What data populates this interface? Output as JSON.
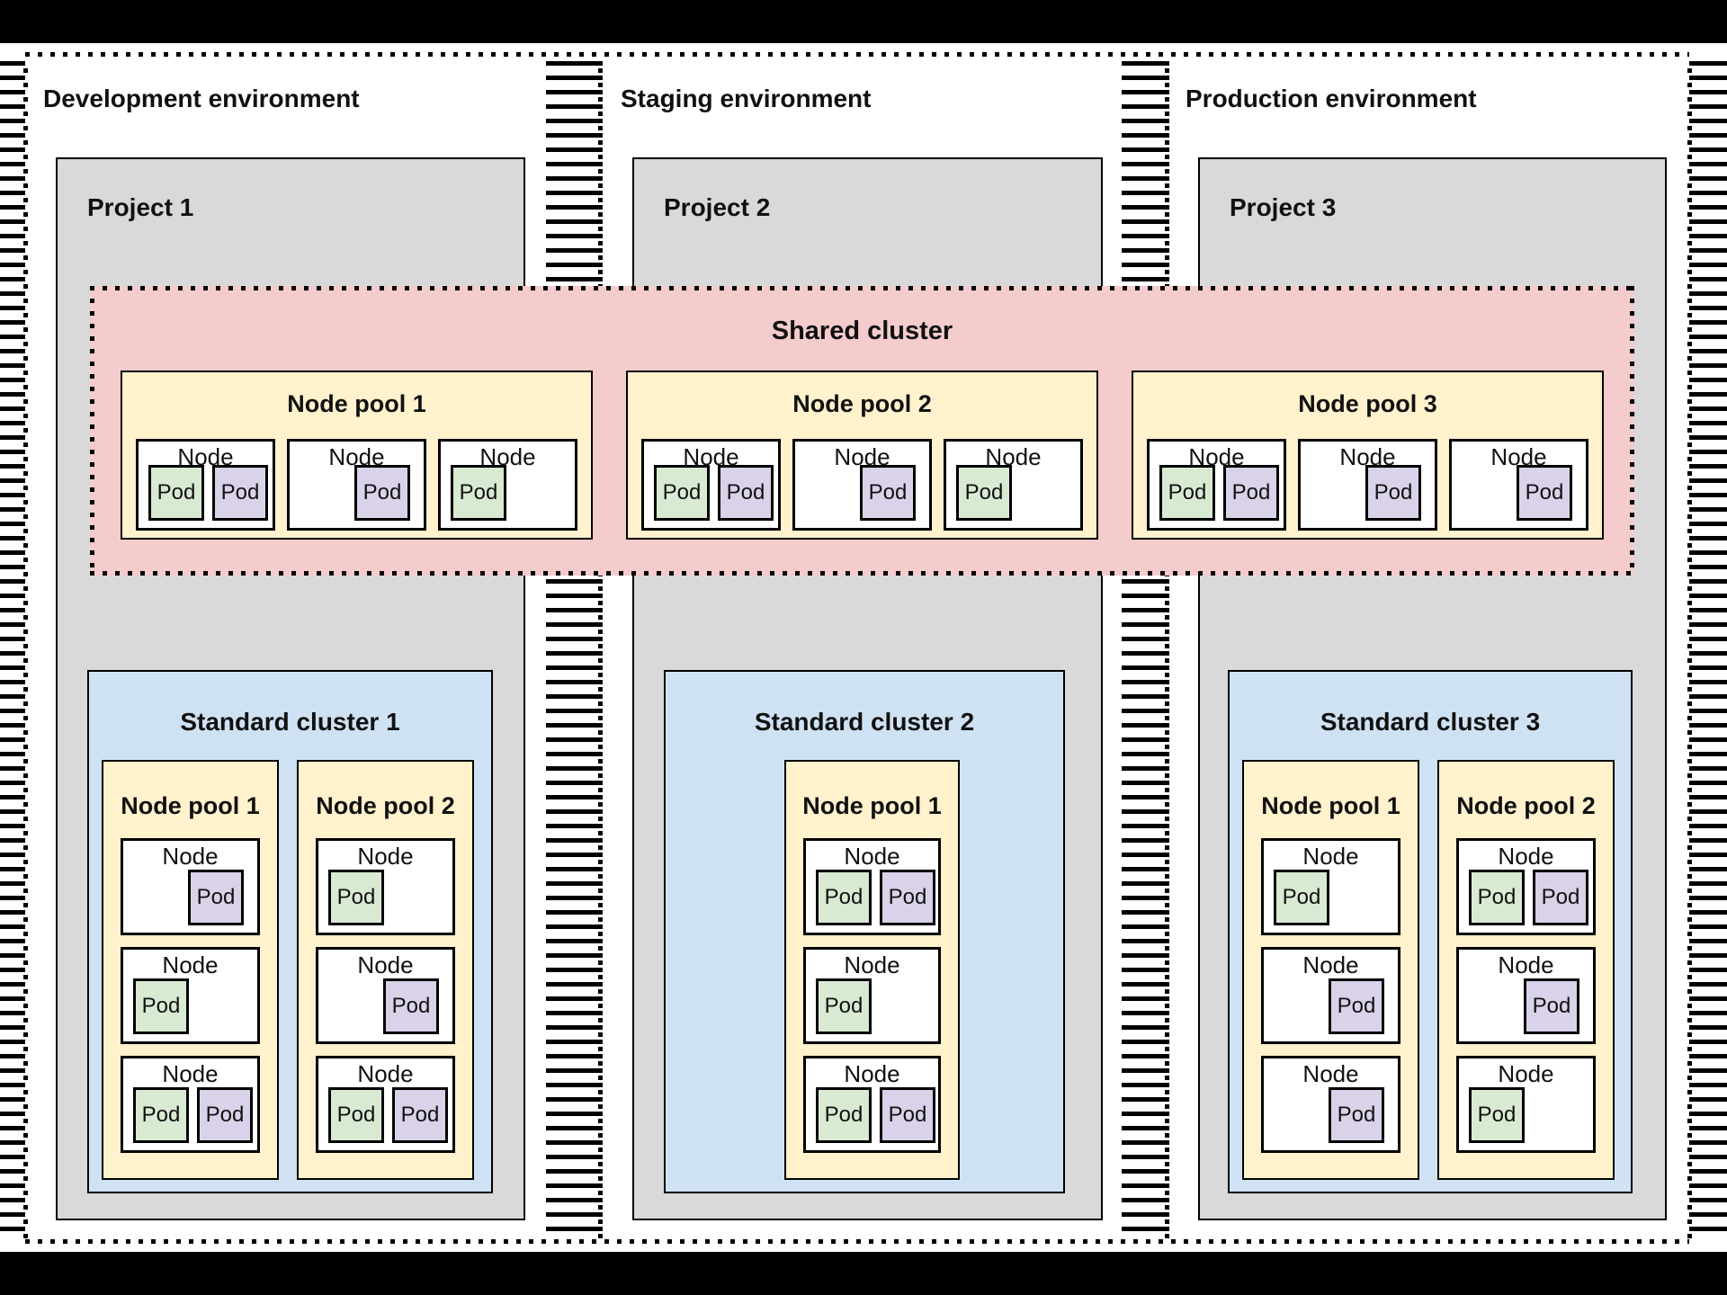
{
  "labels": {
    "node": "Node",
    "pod": "Pod"
  },
  "colors": {
    "project_fill": "#d9d9d9",
    "standard_cluster_fill": "#cfe2f3",
    "node_pool_fill": "#fff2cc",
    "shared_cluster_fill": "#f4cccc",
    "node_fill": "#ffffff",
    "pod_green": "#d9ead3",
    "pod_purple": "#d9d2e9",
    "border": "#000000"
  },
  "environments": [
    {
      "label": "Development environment",
      "project": {
        "label": "Project 1",
        "cluster": {
          "title": "Standard cluster 1",
          "pools": [
            {
              "title": "Node pool 1",
              "nodes": [
                {
                  "align": "right",
                  "pods": [
                    "purple"
                  ]
                },
                {
                  "align": "left",
                  "pods": [
                    "green"
                  ]
                },
                {
                  "align": "pair",
                  "pods": [
                    "green",
                    "purple"
                  ]
                }
              ]
            },
            {
              "title": "Node pool 2",
              "nodes": [
                {
                  "align": "left",
                  "pods": [
                    "green"
                  ]
                },
                {
                  "align": "right",
                  "pods": [
                    "purple"
                  ]
                },
                {
                  "align": "pair",
                  "pods": [
                    "green",
                    "purple"
                  ]
                }
              ]
            }
          ]
        }
      }
    },
    {
      "label": "Staging environment",
      "project": {
        "label": "Project 2",
        "cluster": {
          "title": "Standard cluster 2",
          "pools": [
            {
              "title": "Node pool 1",
              "nodes": [
                {
                  "align": "pair",
                  "pods": [
                    "green",
                    "purple"
                  ]
                },
                {
                  "align": "left",
                  "pods": [
                    "green"
                  ]
                },
                {
                  "align": "pair",
                  "pods": [
                    "green",
                    "purple"
                  ]
                }
              ]
            }
          ]
        }
      }
    },
    {
      "label": "Production environment",
      "project": {
        "label": "Project 3",
        "cluster": {
          "title": "Standard cluster 3",
          "pools": [
            {
              "title": "Node pool 1",
              "nodes": [
                {
                  "align": "left",
                  "pods": [
                    "green"
                  ]
                },
                {
                  "align": "right",
                  "pods": [
                    "purple"
                  ]
                },
                {
                  "align": "right",
                  "pods": [
                    "purple"
                  ]
                }
              ]
            },
            {
              "title": "Node pool 2",
              "nodes": [
                {
                  "align": "pair",
                  "pods": [
                    "green",
                    "purple"
                  ]
                },
                {
                  "align": "right",
                  "pods": [
                    "purple"
                  ]
                },
                {
                  "align": "left",
                  "pods": [
                    "green"
                  ]
                }
              ]
            }
          ]
        }
      }
    }
  ],
  "shared_cluster": {
    "title": "Shared cluster",
    "pools": [
      {
        "title": "Node pool 1",
        "nodes": [
          {
            "align": "pair",
            "pods": [
              "green",
              "purple"
            ]
          },
          {
            "align": "right",
            "pods": [
              "purple"
            ]
          },
          {
            "align": "left",
            "pods": [
              "green"
            ]
          }
        ]
      },
      {
        "title": "Node pool 2",
        "nodes": [
          {
            "align": "pair",
            "pods": [
              "green",
              "purple"
            ]
          },
          {
            "align": "right",
            "pods": [
              "purple"
            ]
          },
          {
            "align": "left",
            "pods": [
              "green"
            ]
          }
        ]
      },
      {
        "title": "Node pool 3",
        "nodes": [
          {
            "align": "pair",
            "pods": [
              "green",
              "purple"
            ]
          },
          {
            "align": "right",
            "pods": [
              "purple"
            ]
          },
          {
            "align": "right",
            "pods": [
              "purple"
            ]
          }
        ]
      }
    ]
  }
}
